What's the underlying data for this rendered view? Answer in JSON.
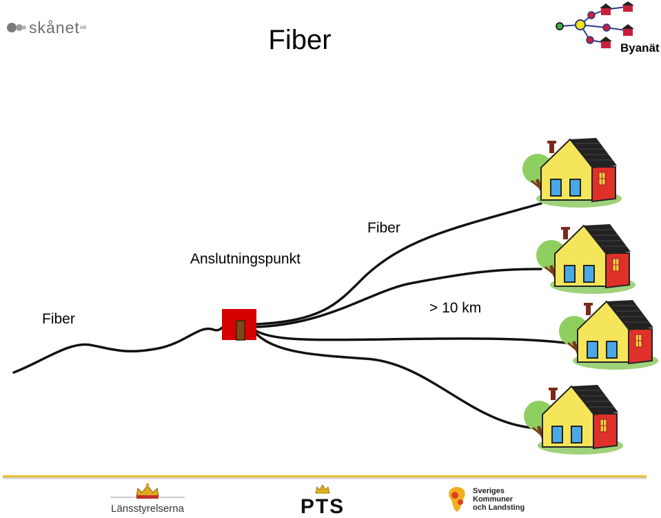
{
  "header": {
    "title": "Fiber",
    "brand_left": "skånet",
    "brand_left_sup": "AB",
    "brand_right": "Byanät"
  },
  "diagram": {
    "labels": {
      "fiber_left": "Fiber",
      "connection_point": "Anslutningspunkt",
      "fiber_top": "Fiber",
      "distance": "> 10 km"
    }
  },
  "footer": {
    "logo_1": "Länsstyrelserna",
    "logo_2": "PTS",
    "logo_3_line1": "Sveriges",
    "logo_3_line2": "Kommuner",
    "logo_3_line3": "och Landsting"
  },
  "colors": {
    "accent_line": "#f0c030",
    "house_wall_front": "#f5e55a",
    "house_wall_side": "#e0302a",
    "box": "#d50000"
  }
}
